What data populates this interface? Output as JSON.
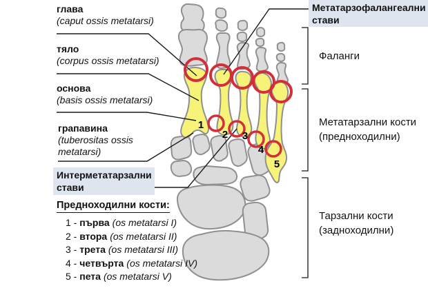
{
  "colors": {
    "highlight": "#f7f278",
    "bone": "#dbdbdb",
    "outline": "#8f8f8f",
    "red": "#d22f3a",
    "boxbg": "#dee5ef",
    "ink": "#111111",
    "line": "#1a1a1a",
    "bracket": "#3f3f3f"
  },
  "part_labels": [
    {
      "term": "глава",
      "latin": "(caput ossis metatarsi)"
    },
    {
      "term": "тяло",
      "latin": "(corpus ossis metatarsi)"
    },
    {
      "term": "основа",
      "latin": "(basis ossis metatarsi)"
    },
    {
      "term": "грапавина",
      "latin": "(tuberositas ossis metatarsi)"
    }
  ],
  "joint_boxes": {
    "metatarsophalangeal": "Метатарзофалангеални стави",
    "intermetatarsal": "Интерметатарзални стави"
  },
  "region_labels": [
    {
      "name": "Фаланги",
      "sub": ""
    },
    {
      "name": "Метатарзални кости",
      "sub": "(предноходилни)"
    },
    {
      "name": "Тарзални кости",
      "sub": "(задноходилни)"
    }
  ],
  "legend": {
    "title": "Предноходилни кости:",
    "items": [
      {
        "prefix": "1 - ",
        "name": "първа",
        "latin": "(os metatarsi I)"
      },
      {
        "prefix": "2 - ",
        "name": "втора",
        "latin": "(os metatarsi II)"
      },
      {
        "prefix": "3 - ",
        "name": "трета",
        "latin": "(os metatarsi III)"
      },
      {
        "prefix": "4 - ",
        "name": "четвърта",
        "latin": "(os metatarsi IV)"
      },
      {
        "prefix": "5 - ",
        "name": "пета",
        "latin": "(os metatarsi V)"
      }
    ]
  },
  "bone_numbers": [
    "1",
    "2",
    "3",
    "4",
    "5"
  ]
}
